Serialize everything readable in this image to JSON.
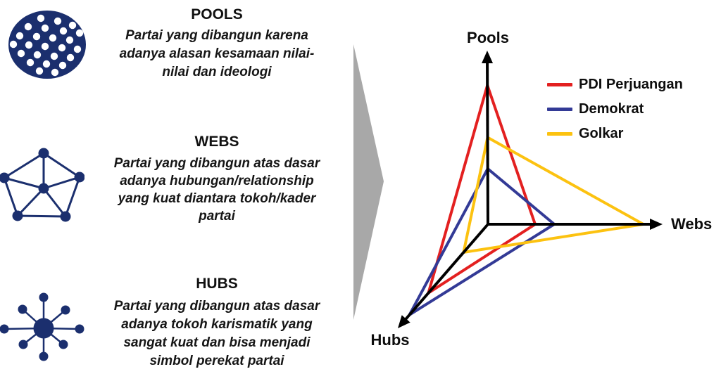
{
  "left_panel": {
    "icon_color": "#1b2f6e",
    "sections": [
      {
        "icon": "pools-cluster-icon",
        "heading": "POOLS",
        "description": "Partai yang dibangun karena\nadanya alasan kesamaan nilai-\nnilai dan ideologi"
      },
      {
        "icon": "webs-network-icon",
        "heading": "WEBS",
        "description": "Partai yang dibangun atas dasar\nadanya hubungan/relationship\nyang kuat diantara tokoh/kader\npartai"
      },
      {
        "icon": "hubs-star-icon",
        "heading": "HUBS",
        "description": "Partai yang dibangun atas dasar\nadanya tokoh karismatik yang\nsangat kuat dan bisa menjadi\nsimbol perekat partai"
      }
    ]
  },
  "flow_arrow": {
    "direction": "right",
    "color": "#a8a8a8"
  },
  "chart_data": {
    "type": "radar",
    "title": "",
    "grid": false,
    "legend_position": "top-right",
    "axis_color": "#000000",
    "value_range": [
      0,
      1
    ],
    "values_scale": "fraction of axis length from origin to arrow tip",
    "axes": [
      {
        "label": "Pools",
        "origin": [
          693,
          319
        ],
        "tip": [
          692,
          72
        ]
      },
      {
        "label": "Webs",
        "origin": [
          693,
          319
        ],
        "tip": [
          941,
          319
        ]
      },
      {
        "label": "Hubs",
        "origin": [
          693,
          319
        ],
        "tip": [
          565,
          467
        ]
      }
    ],
    "series": [
      {
        "name": "PDI Perjuangan",
        "color": "#e32020",
        "values": [
          0.8,
          0.27,
          0.66
        ]
      },
      {
        "name": "Demokrat",
        "color": "#333a96",
        "values": [
          0.32,
          0.38,
          0.87
        ]
      },
      {
        "name": "Golkar",
        "color": "#fcc210",
        "values": [
          0.5,
          0.89,
          0.27
        ]
      }
    ]
  }
}
